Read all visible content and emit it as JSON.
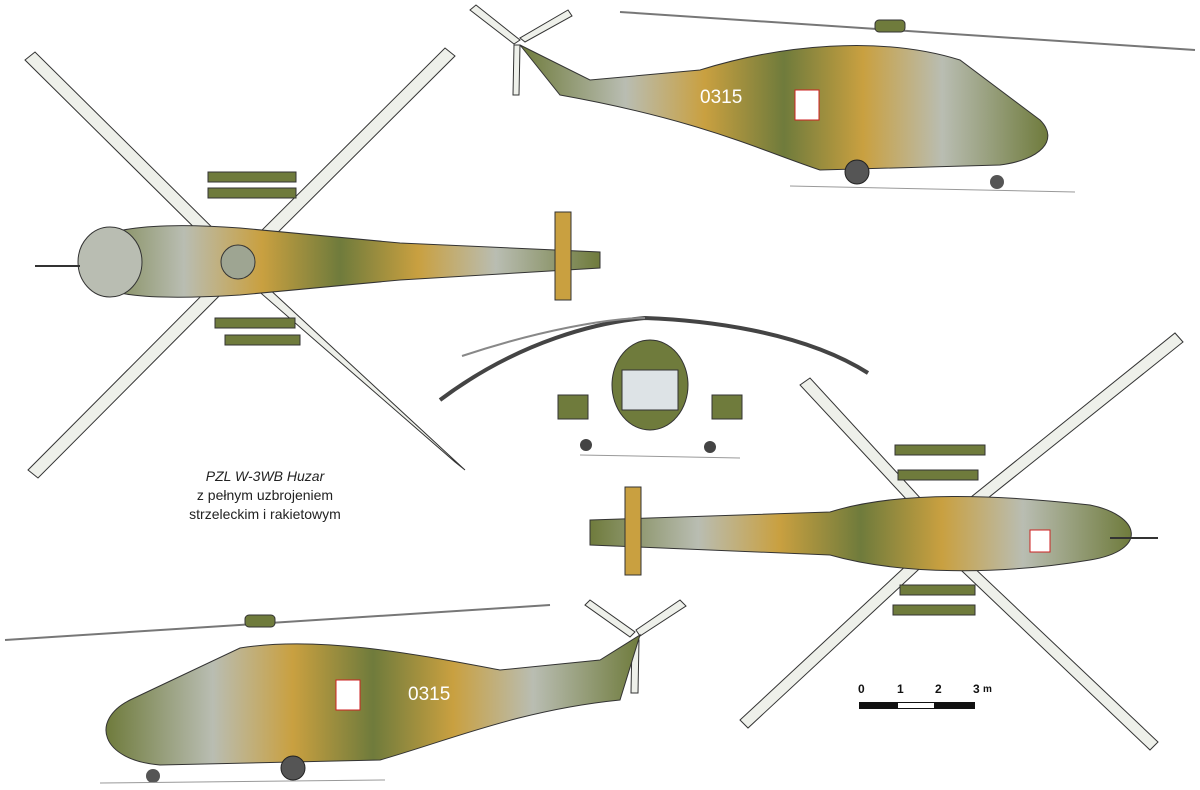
{
  "caption": {
    "title": "PZL W-3WB Huzar",
    "line2": "z pełnym uzbrojeniem",
    "line3": "strzeleckim i rakietowym"
  },
  "scale": {
    "labels": [
      "0",
      "1",
      "2",
      "3"
    ],
    "unit": "m"
  },
  "markings": {
    "serial": "0315"
  },
  "colors": {
    "olive": "#6f7b3c",
    "tan": "#c9a040",
    "grey": "#b9bdb2",
    "dark": "#46532c"
  }
}
